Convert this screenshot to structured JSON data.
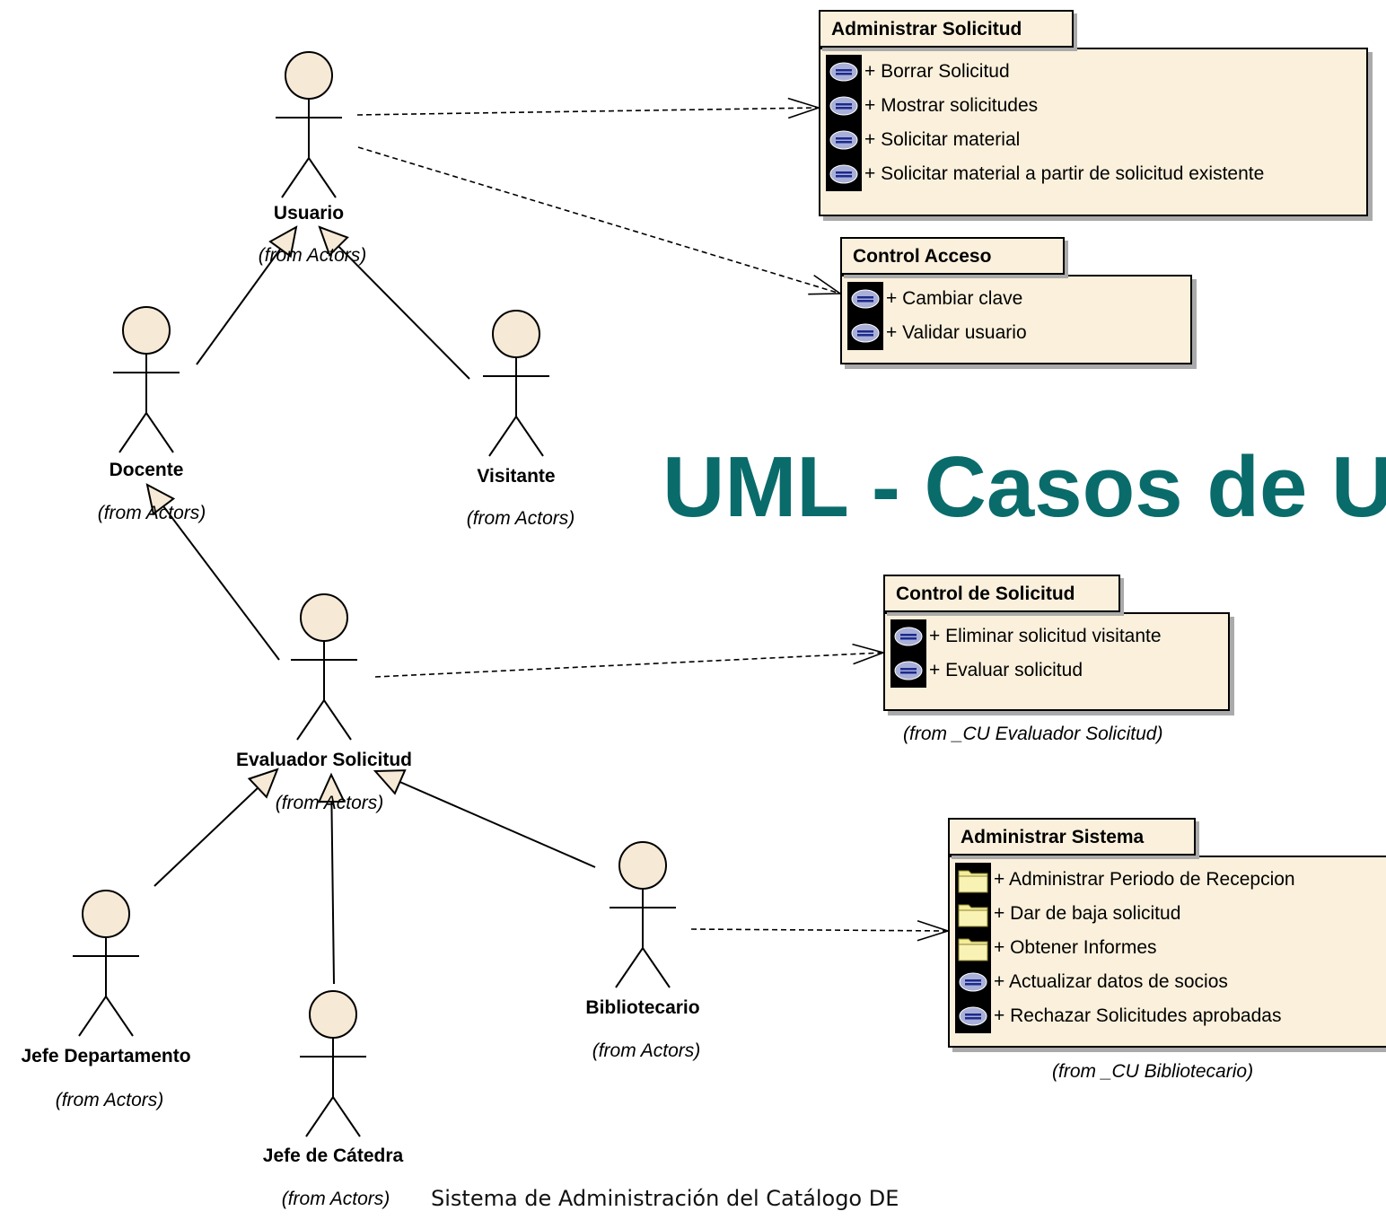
{
  "diagram": {
    "title": "UML - Casos de U",
    "footer": "Sistema de Administración del Catálogo DE",
    "actor_stereotype": "(from Actors)",
    "actors": [
      {
        "id": "usuario",
        "name": "Usuario"
      },
      {
        "id": "docente",
        "name": "Docente"
      },
      {
        "id": "visitante",
        "name": "Visitante"
      },
      {
        "id": "evaluador",
        "name": "Evaluador Solicitud"
      },
      {
        "id": "jefe_departamento",
        "name": "Jefe Departamento"
      },
      {
        "id": "jefe_catedra",
        "name": "Jefe de Cátedra"
      },
      {
        "id": "bibliotecario",
        "name": "Bibliotecario"
      }
    ],
    "generalizations": [
      {
        "from": "docente",
        "to": "usuario"
      },
      {
        "from": "visitante",
        "to": "usuario"
      },
      {
        "from": "evaluador",
        "to": "docente"
      },
      {
        "from": "jefe_departamento",
        "to": "evaluador"
      },
      {
        "from": "jefe_catedra",
        "to": "evaluador"
      },
      {
        "from": "bibliotecario",
        "to": "evaluador"
      }
    ],
    "dependencies": [
      {
        "from": "usuario",
        "to": "administrar_solicitud"
      },
      {
        "from": "usuario",
        "to": "control_acceso"
      },
      {
        "from": "evaluador",
        "to": "control_solicitud"
      },
      {
        "from": "bibliotecario",
        "to": "administrar_sistema"
      }
    ],
    "packages": [
      {
        "id": "administrar_solicitud",
        "name": "Administrar Solicitud",
        "from": "",
        "operations": [
          {
            "icon": "operation-icon",
            "label": "+ Borrar Solicitud"
          },
          {
            "icon": "operation-icon",
            "label": "+ Mostrar solicitudes"
          },
          {
            "icon": "operation-icon",
            "label": "+ Solicitar material"
          },
          {
            "icon": "operation-icon",
            "label": "+ Solicitar material a partir de solicitud existente"
          }
        ]
      },
      {
        "id": "control_acceso",
        "name": "Control Acceso",
        "from": "",
        "operations": [
          {
            "icon": "operation-icon",
            "label": "+ Cambiar clave"
          },
          {
            "icon": "operation-icon",
            "label": "+ Validar usuario"
          }
        ]
      },
      {
        "id": "control_solicitud",
        "name": "Control de Solicitud",
        "from": "(from _CU Evaluador Solicitud)",
        "operations": [
          {
            "icon": "operation-icon",
            "label": "+ Eliminar solicitud visitante"
          },
          {
            "icon": "operation-icon",
            "label": "+ Evaluar solicitud"
          }
        ]
      },
      {
        "id": "administrar_sistema",
        "name": "Administrar Sistema",
        "from": "(from _CU Bibliotecario)",
        "operations": [
          {
            "icon": "folder-icon",
            "label": "+ Administrar Periodo de Recepcion"
          },
          {
            "icon": "folder-icon",
            "label": "+ Dar de baja solicitud"
          },
          {
            "icon": "folder-icon",
            "label": "+ Obtener Informes"
          },
          {
            "icon": "operation-icon",
            "label": "+ Actualizar datos de socios"
          },
          {
            "icon": "operation-icon",
            "label": "+ Rechazar Solicitudes aprobadas"
          }
        ]
      }
    ],
    "colors": {
      "actor_fill": "#f6ead6",
      "package_fill": "#faf0dc",
      "title": "#0a6b6b",
      "op_icon": "#a9b0d8",
      "folder_icon": "#f4ee9a"
    }
  }
}
